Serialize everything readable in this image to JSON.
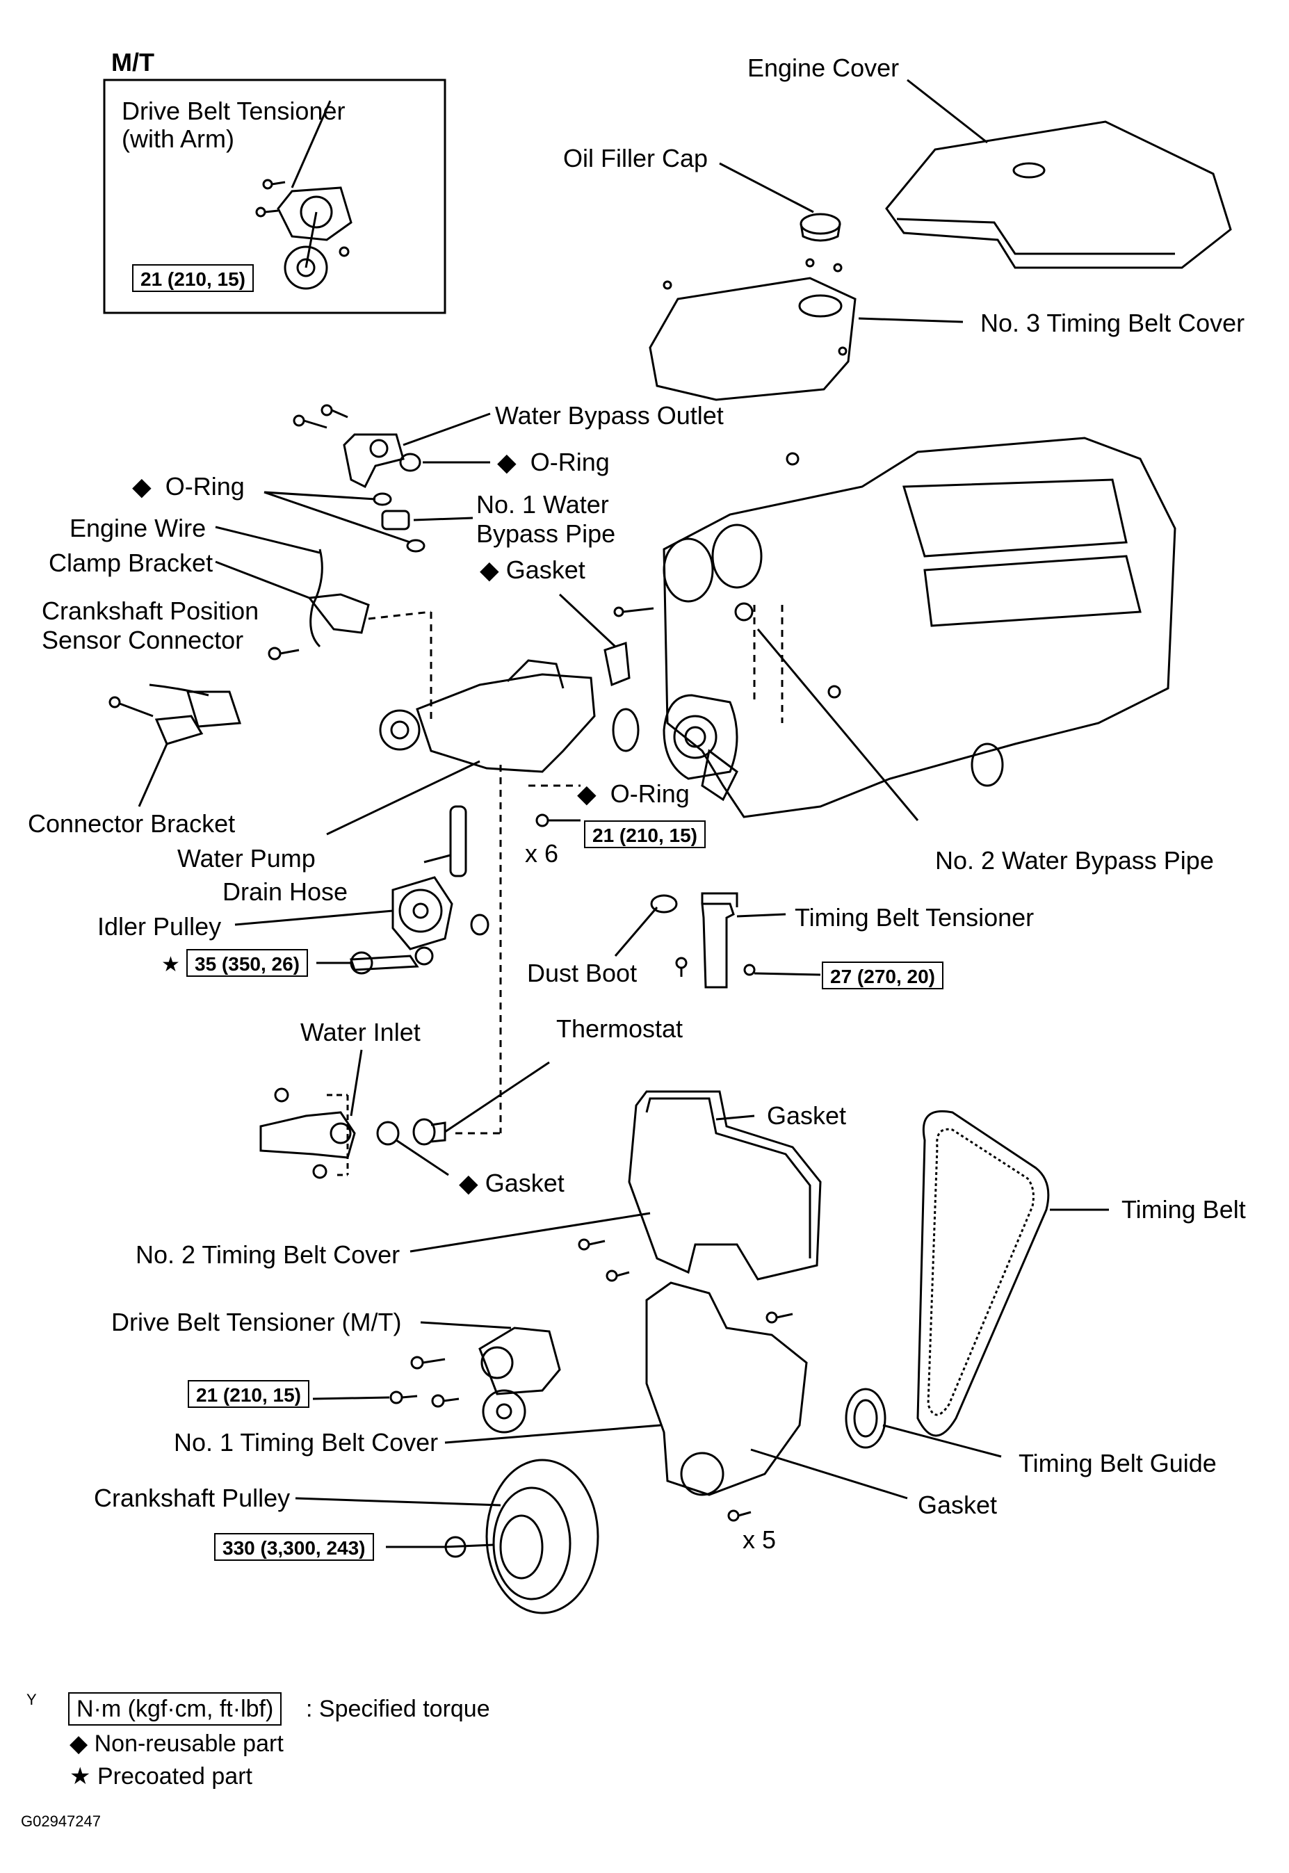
{
  "inset": {
    "title": "M/T",
    "label": "Drive Belt Tensioner\n(with Arm)",
    "torque": "21 (210, 15)"
  },
  "labels": {
    "engine_cover": "Engine Cover",
    "oil_filler_cap": "Oil Filler Cap",
    "no3_timing_belt_cover": "No. 3 Timing Belt Cover",
    "water_bypass_outlet": "Water Bypass Outlet",
    "o_ring_1": "O-Ring",
    "o_ring_2": "O-Ring",
    "no1_water_bypass_pipe": "No. 1  Water\nBypass Pipe",
    "engine_wire": "Engine Wire",
    "clamp_bracket": "Clamp Bracket",
    "gasket_1": "Gasket",
    "crankshaft_position_sensor_connector": "Crankshaft Position\nSensor Connector",
    "connector_bracket": "Connector Bracket",
    "o_ring_3": "O-Ring",
    "x6": "x 6",
    "water_pump": "Water Pump",
    "no2_water_bypass_pipe": "No. 2 Water Bypass Pipe",
    "drain_hose": "Drain Hose",
    "idler_pulley": "Idler Pulley",
    "timing_belt_tensioner": "Timing Belt Tensioner",
    "dust_boot": "Dust Boot",
    "water_inlet": "Water Inlet",
    "thermostat": "Thermostat",
    "gasket_2": "Gasket",
    "gasket_3": "Gasket",
    "timing_belt": "Timing Belt",
    "no2_timing_belt_cover": "No. 2 Timing Belt Cover",
    "drive_belt_tensioner_mt": "Drive Belt Tensioner (M/T)",
    "no1_timing_belt_cover": "No. 1 Timing Belt Cover",
    "timing_belt_guide": "Timing Belt Guide",
    "crankshaft_pulley": "Crankshaft Pulley",
    "gasket_4": "Gasket",
    "x5": "x 5"
  },
  "torques": {
    "water_pump": "21 (210, 15)",
    "idler_pulley": "35 (350, 26)",
    "timing_belt_tensioner": "27 (270, 20)",
    "drive_belt_tensioner": "21 (210, 15)",
    "crankshaft_pulley": "330 (3,300, 243)"
  },
  "symbols": {
    "non_reusable": "◆",
    "precoated": "★"
  },
  "legend": {
    "marker": "Y",
    "unit_box": "N·m (kgf·cm, ft·lbf)",
    "specified_torque": ": Specified torque",
    "non_reusable": "Non-reusable part",
    "precoated": "Precoated part"
  },
  "figure_id": "G02947247"
}
